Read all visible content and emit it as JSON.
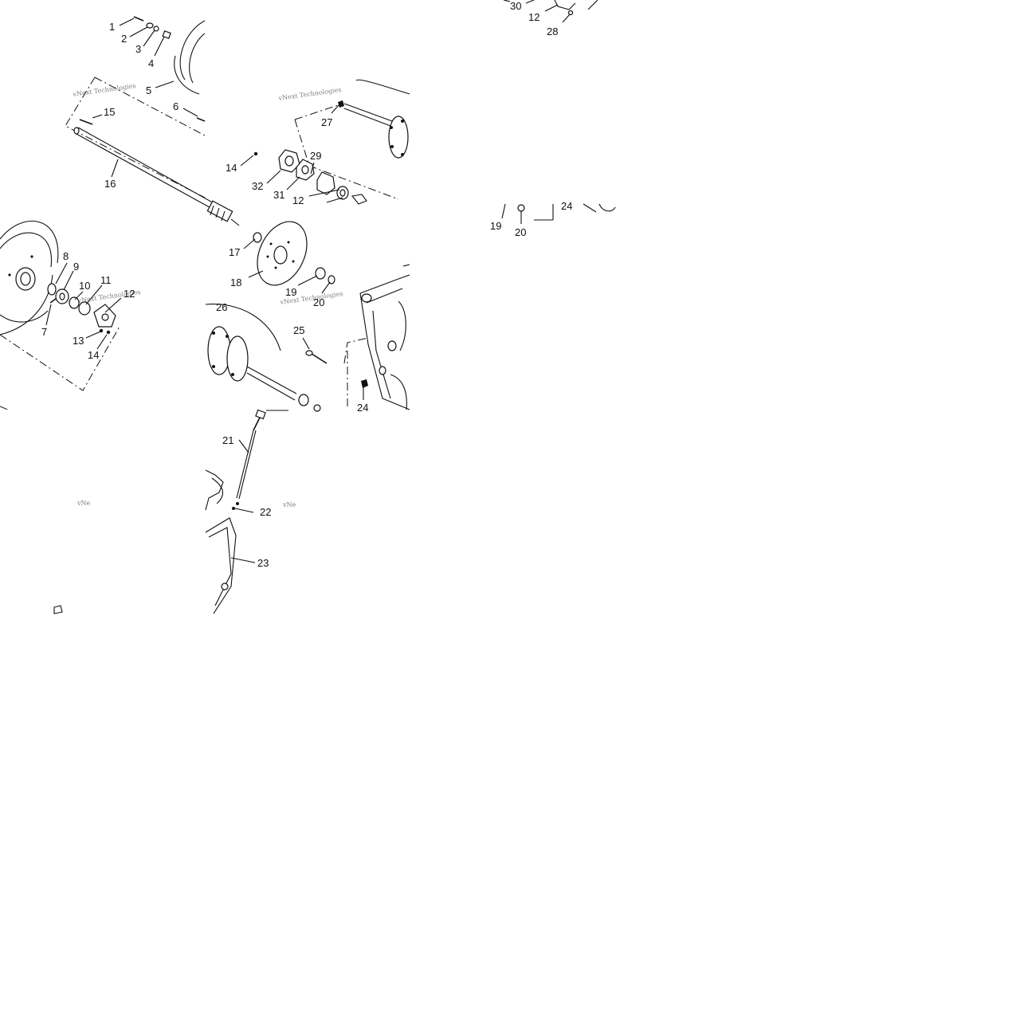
{
  "diagram": {
    "watermark_text": "vNext Technologies",
    "watermark_partial": "vNe",
    "callouts": [
      "1",
      "2",
      "3",
      "4",
      "5",
      "6",
      "7",
      "8",
      "9",
      "10",
      "11",
      "12",
      "13",
      "14",
      "15",
      "16",
      "17",
      "18",
      "19",
      "20",
      "21",
      "22",
      "23",
      "24",
      "25",
      "26",
      "27",
      "28",
      "29",
      "30",
      "31",
      "32"
    ],
    "upper_right": {
      "c30": "30",
      "c12": "12",
      "c28": "28"
    },
    "mid_right": {
      "c19": "19",
      "c20": "20",
      "c24": "24"
    }
  }
}
